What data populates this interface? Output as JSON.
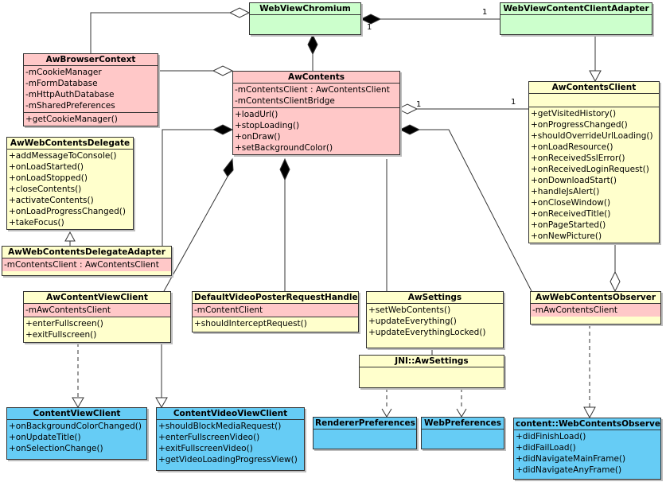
{
  "classes": {
    "webview_chromium": {
      "name": "WebViewChromium",
      "attributes": [],
      "methods": []
    },
    "webview_content_client_adapter": {
      "name": "WebViewContentClientAdapter",
      "attributes": [],
      "methods": []
    },
    "aw_browser_context": {
      "name": "AwBrowserContext",
      "attributes": [
        "-mCookieManager",
        "-mFormDatabase",
        "-mHttpAuthDatabase",
        "-mSharedPreferences"
      ],
      "methods": [
        "+getCookieManager()"
      ]
    },
    "aw_contents": {
      "name": "AwContents",
      "attributes": [
        "-mContentsClient : AwContentsClient",
        "-mContentsClientBridge"
      ],
      "methods": [
        "+loadUrl()",
        "+stopLoading()",
        "+onDraw()",
        "+setBackgroundColor()"
      ]
    },
    "aw_contents_client": {
      "name": "AwContentsClient",
      "attributes": [],
      "methods": [
        "+getVisitedHistory()",
        "+onProgressChanged()",
        "+shouldOverrideUrlLoading()",
        "+onLoadResource()",
        "+onReceivedSslError()",
        "+onReceivedLoginRequest()",
        "+onDownloadStart()",
        "+handleJsAlert()",
        "+onCloseWindow()",
        "+onReceivedTitle()",
        "+onPageStarted()",
        "+onNewPicture()"
      ]
    },
    "aw_web_contents_delegate": {
      "name": "AwWebContentsDelegate",
      "attributes": [],
      "methods": [
        "+addMessageToConsole()",
        "+onLoadStarted()",
        "+onLoadStopped()",
        "+closeContents()",
        "+activateContents()",
        "+onLoadProgressChanged()",
        "+takeFocus()"
      ]
    },
    "aw_web_contents_delegate_adapter": {
      "name": "AwWebContentsDelegateAdapter",
      "attributes": [
        "-mContentsClient : AwContentsClient"
      ],
      "methods": []
    },
    "aw_content_view_client": {
      "name": "AwContentViewClient",
      "attributes": [
        "-mAwContentsClient"
      ],
      "methods": [
        "+enterFullscreen()",
        "+exitFullscreen()"
      ]
    },
    "default_video_poster_request_handler": {
      "name": "DefaultVideoPosterRequestHandler",
      "attributes": [
        "-mContentClient"
      ],
      "methods": [
        "+shouldInterceptRequest()"
      ]
    },
    "aw_settings": {
      "name": "AwSettings",
      "attributes": [],
      "methods": [
        "+setWebContents()",
        "+updateEverything()",
        "+updateEverythingLocked()"
      ]
    },
    "jni_aw_settings": {
      "name": "JNI::AwSettings",
      "attributes": [],
      "methods": []
    },
    "aw_web_contents_observer": {
      "name": "AwWebContentsObserver",
      "attributes": [
        "-mAwContentsClient"
      ],
      "methods": []
    },
    "content_view_client": {
      "name": "ContentViewClient",
      "attributes": [],
      "methods": [
        "+onBackgroundColorChanged()",
        "+onUpdateTitle()",
        "+onSelectionChange()"
      ]
    },
    "content_video_view_client": {
      "name": "ContentVideoViewClient",
      "attributes": [],
      "methods": [
        "+shouldBlockMediaRequest()",
        "+enterFullscreenVideo()",
        "+exitFullscreenVideo()",
        "+getVideoLoadingProgressView()"
      ]
    },
    "renderer_preferences": {
      "name": "RendererPreferences",
      "attributes": [],
      "methods": []
    },
    "web_preferences": {
      "name": "WebPreferences",
      "attributes": [],
      "methods": []
    },
    "content_web_contents_observer": {
      "name": "content::WebContentsObserver",
      "attributes": [],
      "methods": [
        "+didFinishLoad()",
        "+didFailLoad()",
        "+didNavigateMainFrame()",
        "+didNavigateAnyFrame()"
      ]
    }
  },
  "multiplicities": {
    "chromium_adapter_left": "1",
    "chromium_adapter_right": "1",
    "contents_client_left": "1",
    "contents_client_right": "1"
  },
  "colors": {
    "green": "#ccffcc",
    "pink": "#ffc8c8",
    "yellow": "#ffffcc",
    "blue": "#66ccf5",
    "line": "#333333"
  }
}
